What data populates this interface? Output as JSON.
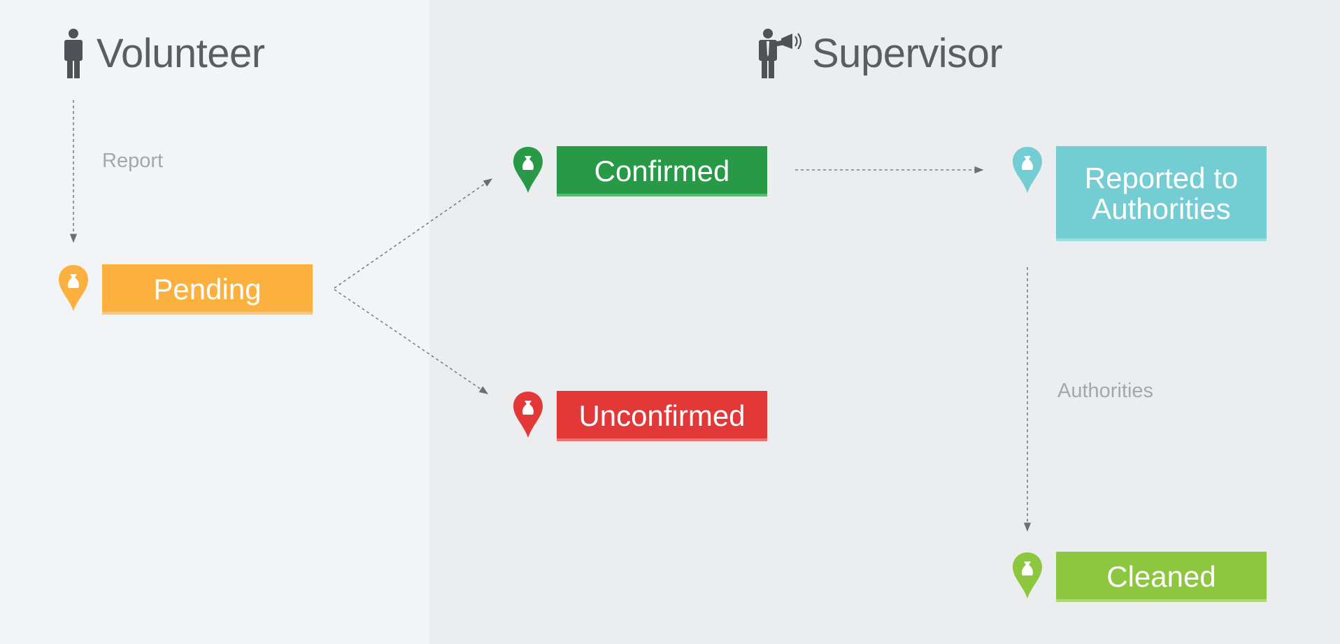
{
  "roles": {
    "volunteer": {
      "label": "Volunteer",
      "icon": "person-icon"
    },
    "supervisor": {
      "label": "Supervisor",
      "icon": "person-megaphone-icon"
    }
  },
  "edge_labels": {
    "report": "Report",
    "authorities": "Authorities"
  },
  "statuses": {
    "pending": {
      "label": "Pending",
      "color": "#fbb040",
      "shade": "#f8c780",
      "icon": "trash-bag-pin-icon"
    },
    "confirmed": {
      "label": "Confirmed",
      "color": "#289a47",
      "shade": "#5cb876",
      "icon": "trash-bag-pin-icon"
    },
    "unconfirmed": {
      "label": "Unconfirmed",
      "color": "#e23838",
      "shade": "#ea7474",
      "icon": "trash-bag-pin-icon"
    },
    "reported": {
      "label": "Reported to\nAuthorities",
      "color": "#74cdd3",
      "shade": "#9fdde1",
      "icon": "trash-bag-pin-icon"
    },
    "cleaned": {
      "label": "Cleaned",
      "color": "#8dc63f",
      "shade": "#b1d97c",
      "icon": "trash-bag-pin-icon"
    }
  },
  "colors": {
    "left_panel": "#f3f4f6",
    "right_panel": "#ecedee",
    "connector": "#6b6e72",
    "heading": "#5a5d62"
  }
}
